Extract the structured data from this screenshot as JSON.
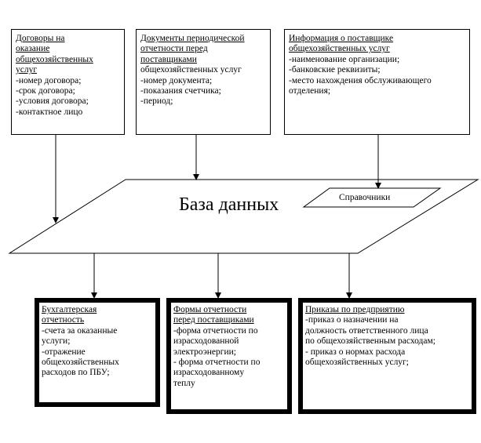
{
  "top_boxes": [
    {
      "title_lines": [
        "Договоры на",
        "оказание",
        "общехозяйственных",
        "услуг"
      ],
      "items": [
        "-номер договора;",
        "-срок договора;",
        "-условия договора;",
        "-контактное лицо"
      ]
    },
    {
      "title_lines": [
        "Документы периодической",
        "отчетности перед",
        "поставщиками"
      ],
      "items": [
        "общехозяйственных услуг",
        "-номер документа;",
        "-показания счетчика;",
        "-период;"
      ]
    },
    {
      "title_lines": [
        "Информация о поставщике",
        "общехозяйственных услуг"
      ],
      "items": [
        "-наименование организации;",
        "-банковские реквизиты;",
        "-место нахождения обслуживающего",
        "отделения;"
      ]
    }
  ],
  "database": {
    "title": "База данных",
    "reference_label": "Справочники"
  },
  "bottom_boxes": [
    {
      "title_lines": [
        "Бухгалтерская",
        "отчетность"
      ],
      "items": [
        "-счета за оказанные",
        "услуги;",
        "-отражение",
        "общехозяйственных",
        "расходов по ПБУ;"
      ]
    },
    {
      "title_lines": [
        "Формы отчетности",
        "перед поставщиками"
      ],
      "items": [
        "-форма отчетности по",
        "израсходованной",
        "электроэнергии;",
        "- форма отчетности по",
        "израсходованному",
        "теплу"
      ]
    },
    {
      "title_lines": [
        "Приказы по предприятию"
      ],
      "items": [
        "-приказ о назначении на",
        "должность ответственного лица",
        "по общехозяйственным расходам;",
        "- приказ о нормах расхода",
        "общехозяйственных услуг;"
      ]
    }
  ]
}
